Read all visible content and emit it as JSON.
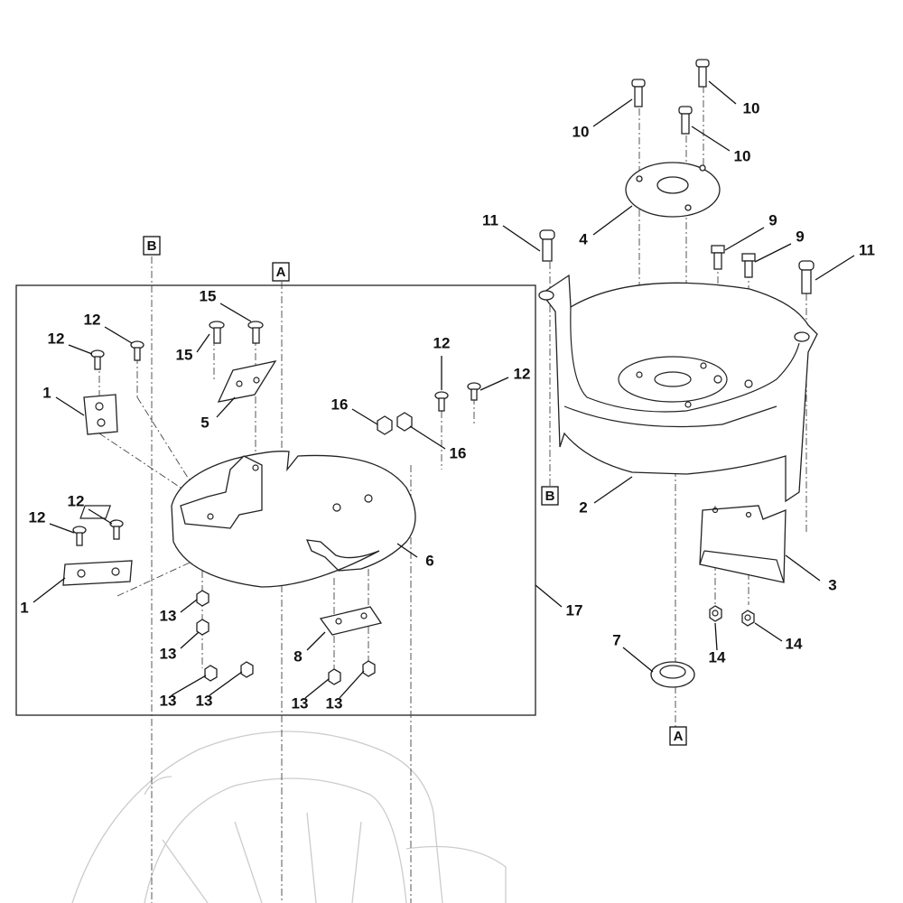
{
  "diagram": {
    "type": "exploded parts diagram",
    "callouts": {
      "c10a": "10",
      "c10b": "10",
      "c10c": "10",
      "c4": "4",
      "c11a": "11",
      "c11b": "11",
      "c9a": "9",
      "c9b": "9",
      "c15a": "15",
      "c15b": "15",
      "c12a": "12",
      "c12b": "12",
      "c12c": "12",
      "c12d": "12",
      "c12e": "12",
      "c12f": "12",
      "c1a": "1",
      "c1b": "1",
      "c5": "5",
      "c16a": "16",
      "c16b": "16",
      "c6": "6",
      "c2": "2",
      "c3": "3",
      "c17": "17",
      "c13a": "13",
      "c13b": "13",
      "c13c": "13",
      "c13d": "13",
      "c13e": "13",
      "c13f": "13",
      "c8": "8",
      "c7": "7",
      "c14a": "14",
      "c14b": "14"
    },
    "references": {
      "refB1": "B",
      "refA1": "A",
      "refB2": "B",
      "refA2": "A"
    }
  }
}
